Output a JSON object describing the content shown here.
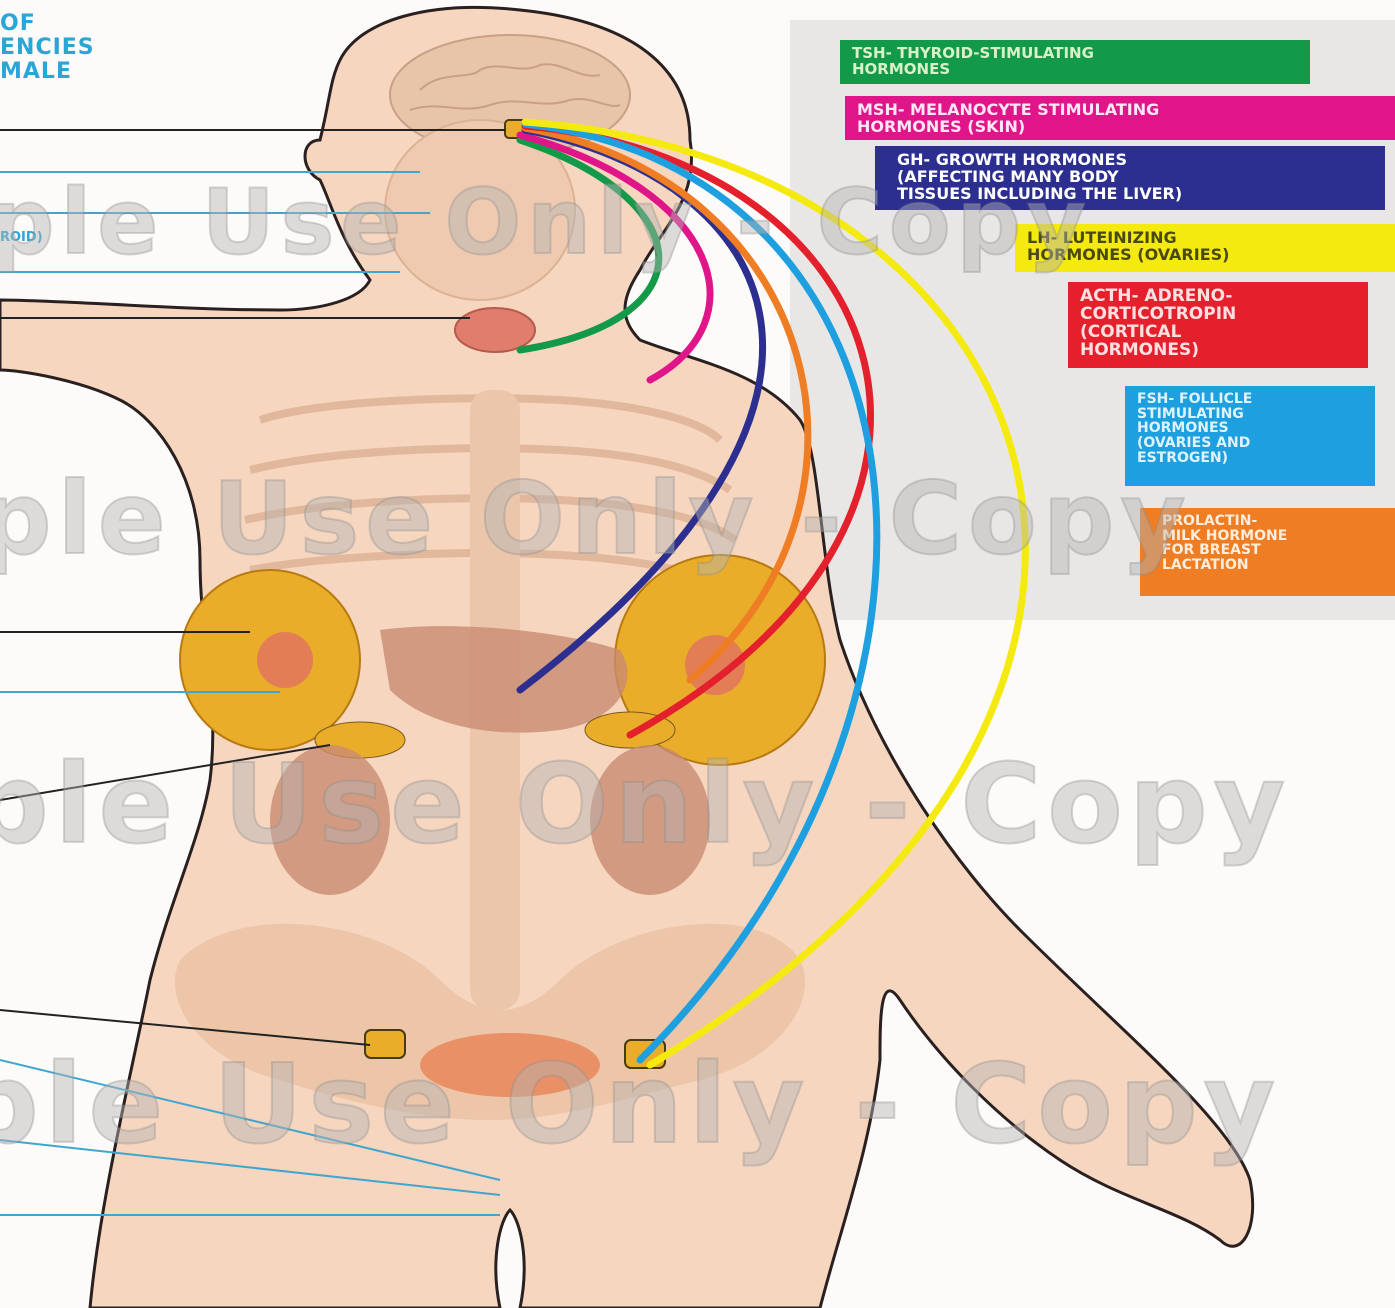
{
  "header": {
    "lines": [
      "OF",
      "ENCIES",
      "MALE"
    ],
    "color": "#2aa6d6"
  },
  "side_label": {
    "text": "ROID)",
    "color": "#2aa6d6"
  },
  "hormone_labels": [
    {
      "lines": [
        "TSH- THYROID-STIMULATING",
        "HORMONES"
      ],
      "bg": "#139a49",
      "fg": "#d7f2c6"
    },
    {
      "lines": [
        "MSH- MELANOCYTE STIMULATING",
        "HORMONES (SKIN)"
      ],
      "bg": "#e0158a",
      "fg": "#ffe6f4"
    },
    {
      "lines": [
        "GH- GROWTH HORMONES",
        "(AFFECTING MANY BODY",
        "TISSUES INCLUDING THE LIVER)"
      ],
      "bg": "#2c2f8f",
      "fg": "#ffffff"
    },
    {
      "lines": [
        "LH- LUTEINIZING",
        "HORMONES (OVARIES)"
      ],
      "bg": "#f5ea10",
      "fg": "#4a4a10"
    },
    {
      "lines": [
        "ACTH- ADRENO-",
        "CORTICOTROPIN",
        "(CORTICAL",
        "HORMONES)"
      ],
      "bg": "#e3202c",
      "fg": "#ffe0e0"
    },
    {
      "lines": [
        "FSH- FOLLICLE",
        "STIMULATING",
        "HORMONES",
        "(OVARIES AND",
        "ESTROGEN)"
      ],
      "bg": "#1ea0e0",
      "fg": "#dff3ff"
    },
    {
      "lines": [
        "PROLACTIN-",
        "MILK HORMONE",
        "FOR BREAST",
        "LACTATION"
      ],
      "bg": "#ee7d24",
      "fg": "#ffeede"
    }
  ],
  "watermark": {
    "text": "ple Use Only - Copy"
  },
  "colors": {
    "skin": "#f6d6bf",
    "skin_dark": "#e9b695",
    "outline": "#2a2020",
    "organ": "#c98b70",
    "breast": "#e9ad2a",
    "pointer_black": "#222222",
    "pointer_blue": "#3fa6d0"
  }
}
